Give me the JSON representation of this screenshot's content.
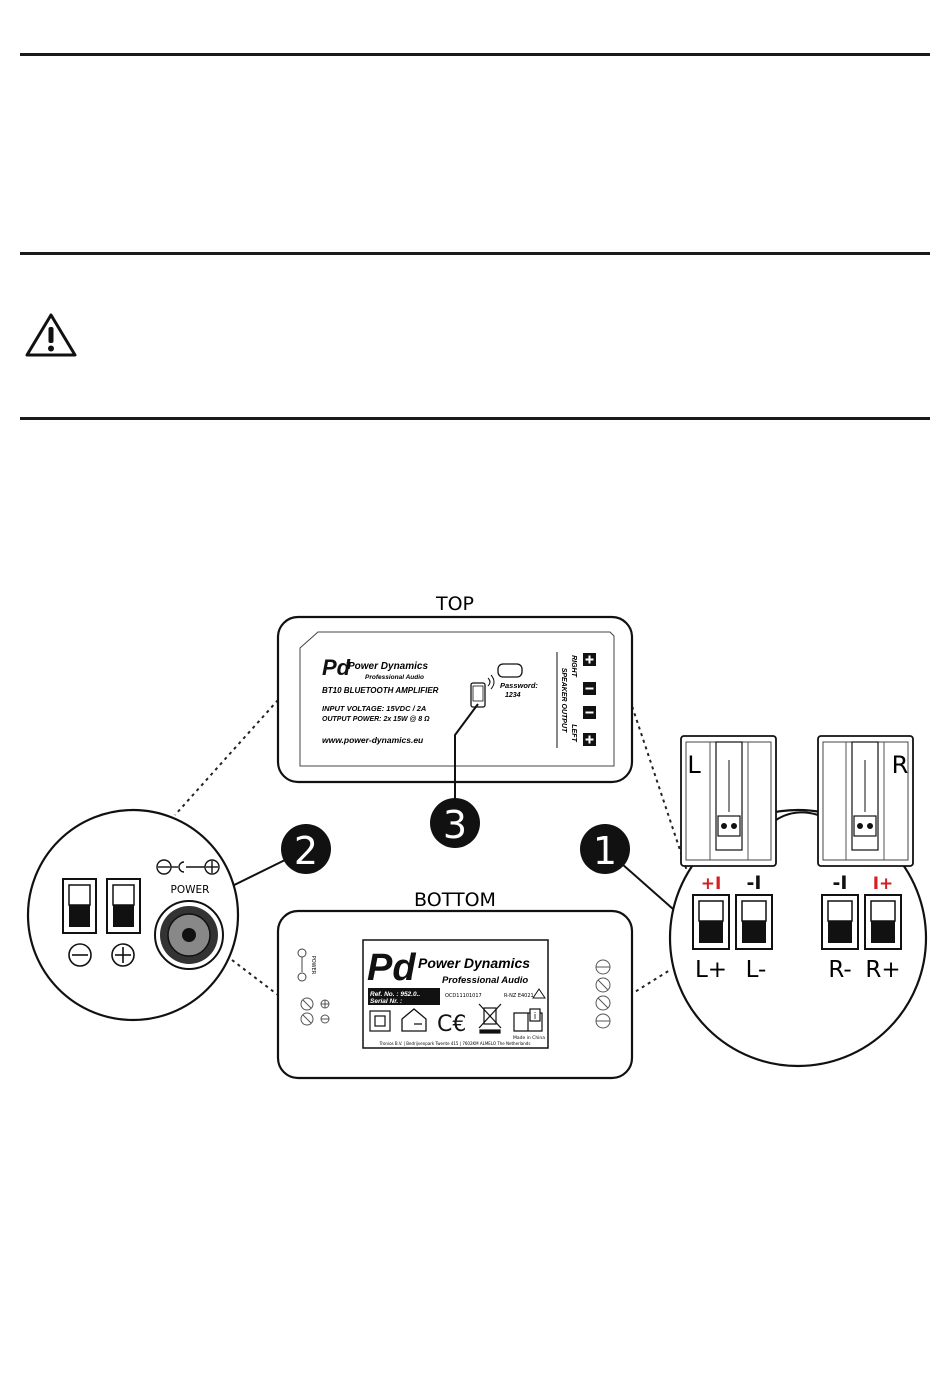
{
  "diagram": {
    "top_label": "TOP",
    "bottom_label": "BOTTOM",
    "callouts": [
      "1",
      "2",
      "3"
    ],
    "power_label": "POWER",
    "top_panel": {
      "brand": "Power Dynamics",
      "tagline": "Professional Audio",
      "model": "BT10 BLUETOOTH AMPLIFIER",
      "input_voltage": "INPUT VOLTAGE:   15VDC / 2A",
      "output_power": "OUTPUT POWER: 2x 15W @ 8 Ω",
      "website": "www.power-dynamics.eu",
      "password": "Password:",
      "password_value": "1234",
      "speaker_output": "SPEAKER OUTPUT",
      "right": "RIGHT",
      "left": "LEFT"
    },
    "bottom_panel": {
      "brand": "Power Dynamics",
      "tagline": "Professional Audio",
      "ref_no": "Ref. No.   : 952.0..",
      "serial_no": "Serial Nr. :",
      "date_code": "OCD11101017",
      "rnz": "R-NZ E4021",
      "made_in": "Made in China",
      "address": "Tronios B.V. | Bedrijvenpark Twente 415 | 7602KM ALMELO The Netherlands",
      "power_small": "POWER"
    },
    "terminals": {
      "left_plus": "L+",
      "left_minus": "L-",
      "right_minus": "R-",
      "right_plus": "R+",
      "mark_left_plus": "+I",
      "mark_left_minus": "-I",
      "mark_right_minus": "-I",
      "mark_right_plus": "I+"
    },
    "speakers": {
      "left": "L",
      "right": "R"
    },
    "colors": {
      "accent_red": "#d62020",
      "ink": "#111111"
    }
  }
}
